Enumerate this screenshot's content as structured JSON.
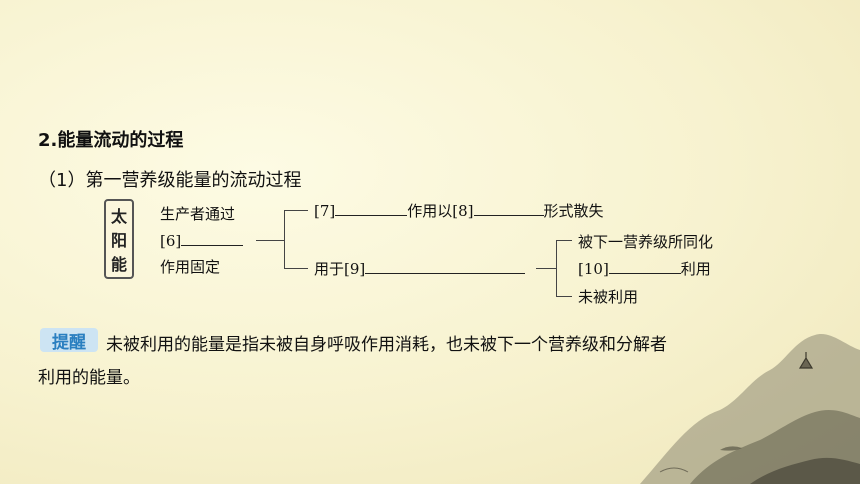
{
  "section": {
    "title": "2.能量流动的过程",
    "subtitle": "（1）第一营养级能量的流动过程"
  },
  "diagram": {
    "source_chars": [
      "太",
      "阳",
      "能"
    ],
    "producer_line1": "生产者通过",
    "producer_blank_num": "[6]",
    "producer_line3": "作用固定",
    "top_branch_num7": "[7]",
    "top_branch_mid": "作用以[8]",
    "top_branch_end": "形式散失",
    "bottom_branch_prefix": "用于[9]",
    "sub_branch_1": "被下一营养级所同化",
    "sub_branch_2_num": "[10]",
    "sub_branch_2_end": "利用",
    "sub_branch_3": "未被利用"
  },
  "tip": {
    "badge": "提醒",
    "text_line1": "未被利用的能量是指未被自身呼吸作用消耗，也未被下一个营养级和分解者",
    "text_line2": "利用的能量。"
  }
}
